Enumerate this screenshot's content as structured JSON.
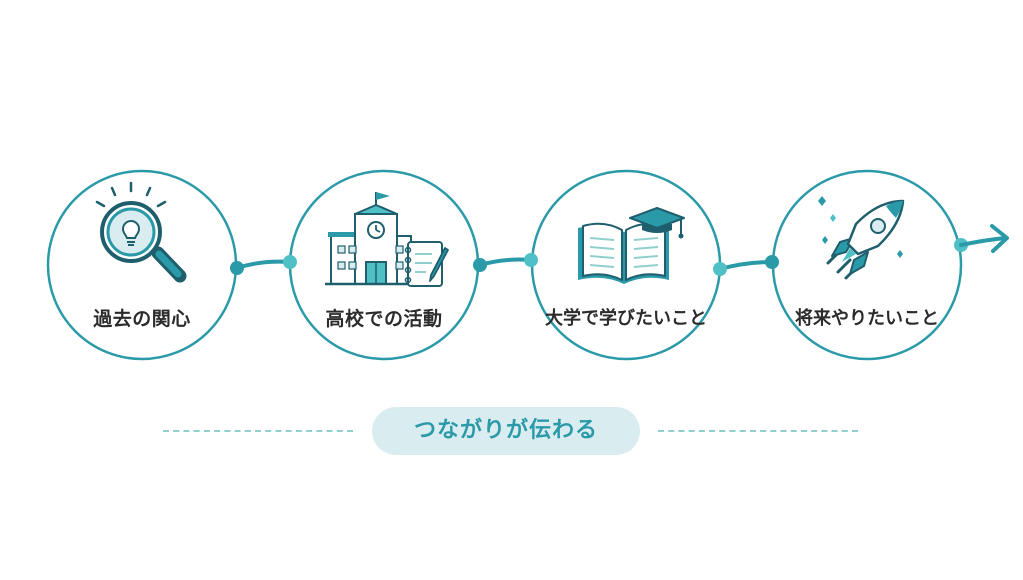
{
  "steps": [
    {
      "label": "過去の関心",
      "icon": "lightbulb-magnifier-icon"
    },
    {
      "label": "高校での活動",
      "icon": "school-notebook-icon"
    },
    {
      "label": "大学で学びたいこと",
      "icon": "book-graduation-cap-icon"
    },
    {
      "label": "将来やりたいこと",
      "icon": "rocket-icon"
    }
  ],
  "tagline": "つながりが伝わる",
  "colors": {
    "teal": "#2a9aa9",
    "teal_light": "#4fc1c6",
    "dark": "#1f5f6d",
    "pale": "#d9ecef",
    "dash": "#8fd0cf"
  }
}
